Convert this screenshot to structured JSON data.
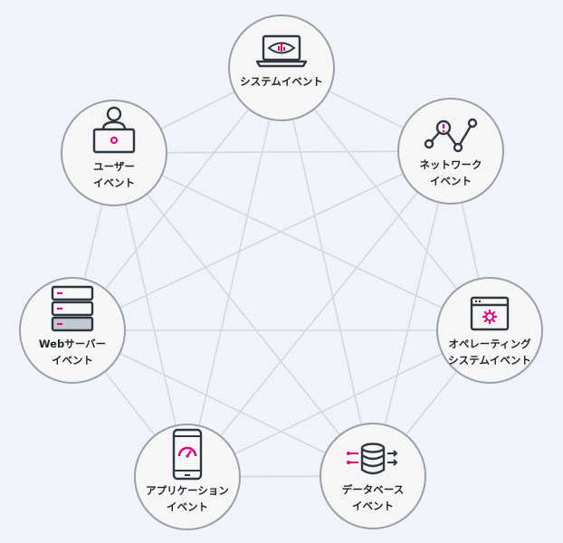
{
  "nodes": [
    {
      "id": "system",
      "lines": [
        "システムイベント"
      ],
      "icon": "laptop-eye-icon"
    },
    {
      "id": "network",
      "lines": [
        "ネットワーク",
        "イベント"
      ],
      "icon": "network-alert-icon"
    },
    {
      "id": "os",
      "lines": [
        "オペレーティング",
        "システムイベント"
      ],
      "icon": "browser-gear-icon"
    },
    {
      "id": "database",
      "lines": [
        "データベース",
        "イベント"
      ],
      "icon": "database-icon"
    },
    {
      "id": "app",
      "lines": [
        "アプリケーション",
        "イベント"
      ],
      "icon": "smartphone-gauge-icon"
    },
    {
      "id": "web",
      "lines": [
        "Webサーバー",
        "イベント"
      ],
      "icon": "server-rack-icon"
    },
    {
      "id": "user",
      "lines": [
        "ユーザー",
        "イベント"
      ],
      "icon": "user-laptop-icon"
    }
  ],
  "colors": {
    "background": "#f0f3f7",
    "node_fill": "#f6f6f6",
    "node_border": "#9aa0aa",
    "edge": "#d3d8e0",
    "icon_stroke": "#2f3640",
    "accent": "#e0007a"
  }
}
